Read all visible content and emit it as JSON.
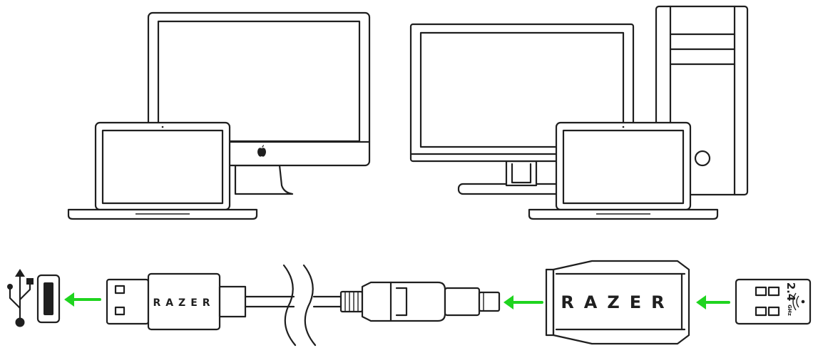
{
  "colors": {
    "line": "#1f1f1f",
    "arrow": "#1fd41f",
    "background": "#ffffff"
  },
  "devices": {
    "imac_icon": "apple-logo-icon"
  },
  "cable": {
    "logo_text": "RAZER"
  },
  "adapter": {
    "logo_text": "RAZER"
  },
  "dongle": {
    "frequency_label": "2.4",
    "frequency_unit": "GHz",
    "wireless_icon": "wifi-icon"
  },
  "usb_port": {
    "icon": "usb-icon"
  },
  "arrows": {
    "direction": "left",
    "count": 3
  }
}
